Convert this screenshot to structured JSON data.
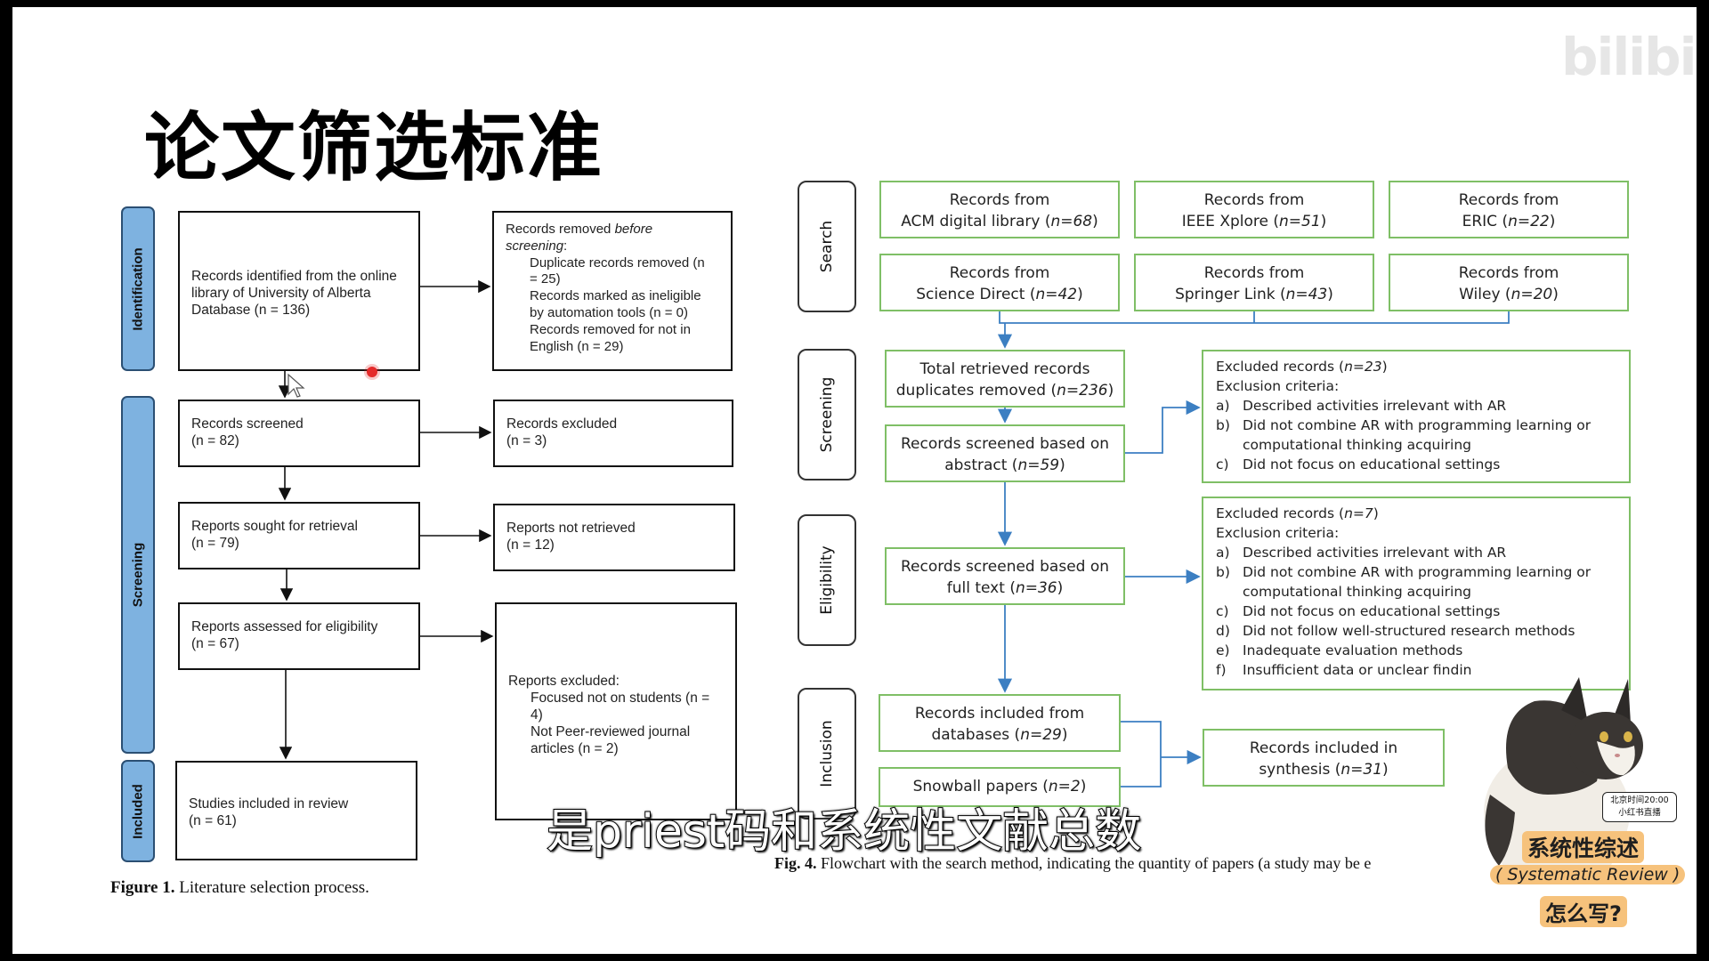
{
  "slide_title": "论文筛选标准",
  "watermark": "bilibili",
  "left_flow": {
    "stages": [
      "Identification",
      "Screening",
      "Included"
    ],
    "identified": "Records identified from the online library of University of Alberta Database (n = 136)",
    "removed_lines": {
      "l1a": "Records removed ",
      "l1b": "before",
      "l2": "screening",
      "l2c": ":",
      "l3": "Duplicate records removed (n",
      "l4": "= 25)",
      "l5": "Records marked as ineligible",
      "l6": "by automation tools (n = 0)",
      "l7": "Records removed for not in",
      "l8": "English (n = 29)"
    },
    "screened": [
      "Records screened",
      "(n = 82)"
    ],
    "excluded": [
      "Records excluded",
      "(n = 3)"
    ],
    "sought": [
      "Reports sought for retrieval",
      "(n = 79)"
    ],
    "not_retrieved": [
      "Reports not retrieved",
      "(n = 12)"
    ],
    "assessed": [
      "Reports assessed for eligibility",
      "(n = 67)"
    ],
    "reports_excluded": [
      "Reports excluded:",
      "Focused not on students (n =",
      "4)",
      "Not Peer-reviewed journal",
      "articles (n = 2)"
    ],
    "included": [
      "Studies included in review",
      "(n = 61)"
    ],
    "caption_label": "Figure 1.",
    "caption_text": " Literature selection process."
  },
  "right_flow": {
    "stages": [
      "Search",
      "Screening",
      "Eligibility",
      "Inclusion"
    ],
    "sources": [
      {
        "line1": "Records from",
        "line2": "ACM digital library (",
        "n": "n=68",
        "close": ")"
      },
      {
        "line1": "Records from",
        "line2": "IEEE Xplore (",
        "n": "n=51",
        "close": ")"
      },
      {
        "line1": "Records from",
        "line2": "ERIC (",
        "n": "n=22",
        "close": ")"
      },
      {
        "line1": "Records from",
        "line2": "Science Direct (",
        "n": "n=42",
        "close": ")"
      },
      {
        "line1": "Records from",
        "line2": "Springer Link (",
        "n": "n=43",
        "close": ")"
      },
      {
        "line1": "Records from",
        "line2": "Wiley (",
        "n": "n=20",
        "close": ")"
      }
    ],
    "total": {
      "line1": "Total retrieved records",
      "line2": "duplicates removed (",
      "n": "n=236",
      "close": ")"
    },
    "abstract": {
      "line1": "Records screened based on",
      "line2": "abstract (",
      "n": "n=59",
      "close": ")"
    },
    "fulltext": {
      "line1": "Records screened based on",
      "line2": "full text (",
      "n": "n=36",
      "close": ")"
    },
    "databases": {
      "line1": "Records included from",
      "line2": "databases (",
      "n": "n=29",
      "close": ")"
    },
    "snowball": {
      "line1": "Snowball papers (",
      "n": "n=2",
      "close": ")"
    },
    "synthesis": {
      "line1": "Records included in",
      "line2": "synthesis (",
      "n": "n=31",
      "close": ")"
    },
    "excl1": {
      "head": "Excluded records (",
      "n": "n=23",
      "close": ")",
      "criteria": "Exclusion criteria:",
      "items": [
        {
          "k": "a)",
          "v": "Described activities irrelevant with AR"
        },
        {
          "k": "b)",
          "v": "Did not combine AR with programming learning or computational thinking acquiring"
        },
        {
          "k": "c)",
          "v": "Did not focus on educational settings"
        }
      ]
    },
    "excl2": {
      "head": "Excluded records (",
      "n": "n=7",
      "close": ")",
      "criteria": "Exclusion criteria:",
      "items": [
        {
          "k": "a)",
          "v": "Described activities irrelevant with AR"
        },
        {
          "k": "b)",
          "v": "Did not combine AR with programming learning or computational thinking acquiring"
        },
        {
          "k": "c)",
          "v": "Did not focus on educational settings"
        },
        {
          "k": "d)",
          "v": "Did not follow well-structured research methods"
        },
        {
          "k": "e)",
          "v": "Inadequate evaluation methods"
        },
        {
          "k": "f)",
          "v": "Insufficient data or unclear findin"
        }
      ]
    },
    "caption_label": "Fig. 4.",
    "caption_text": "  Flowchart with the search method, indicating the quantity of papers (a study may be e"
  },
  "subtitle": "是priest码和系统性文献总数",
  "badge": {
    "time": "北京时间20:00",
    "host": "小红书直播",
    "title": "系统性综述",
    "en": "( Systematic Review )",
    "how": "怎么写?"
  }
}
